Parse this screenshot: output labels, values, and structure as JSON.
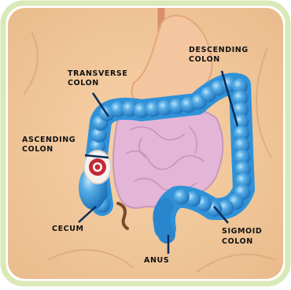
{
  "labels": {
    "transverse_1": "TRANSVERSE",
    "transverse_2": "COLON",
    "descending_1": "DESCENDING",
    "descending_2": "COLON",
    "ascending_1": "ASCENDING",
    "ascending_2": "COLON",
    "cecum": "CECUM",
    "sigmoid_1": "SIGMOID",
    "sigmoid_2": "COLON",
    "anus": "ANUS"
  },
  "colors": {
    "frame_border": "#d9e9b7",
    "background": "#f0c79a",
    "colon_blue": "#2f92d8",
    "colon_highlight": "#7fc4f0",
    "small_intestine": "#e3b5d6",
    "stomach": "#f4c69f",
    "esophagus": "#e0a07a",
    "leader_line": "#0c2a5a"
  },
  "icons": [
    "stomach-illustration",
    "colon-illustration",
    "appendix-illustration"
  ]
}
